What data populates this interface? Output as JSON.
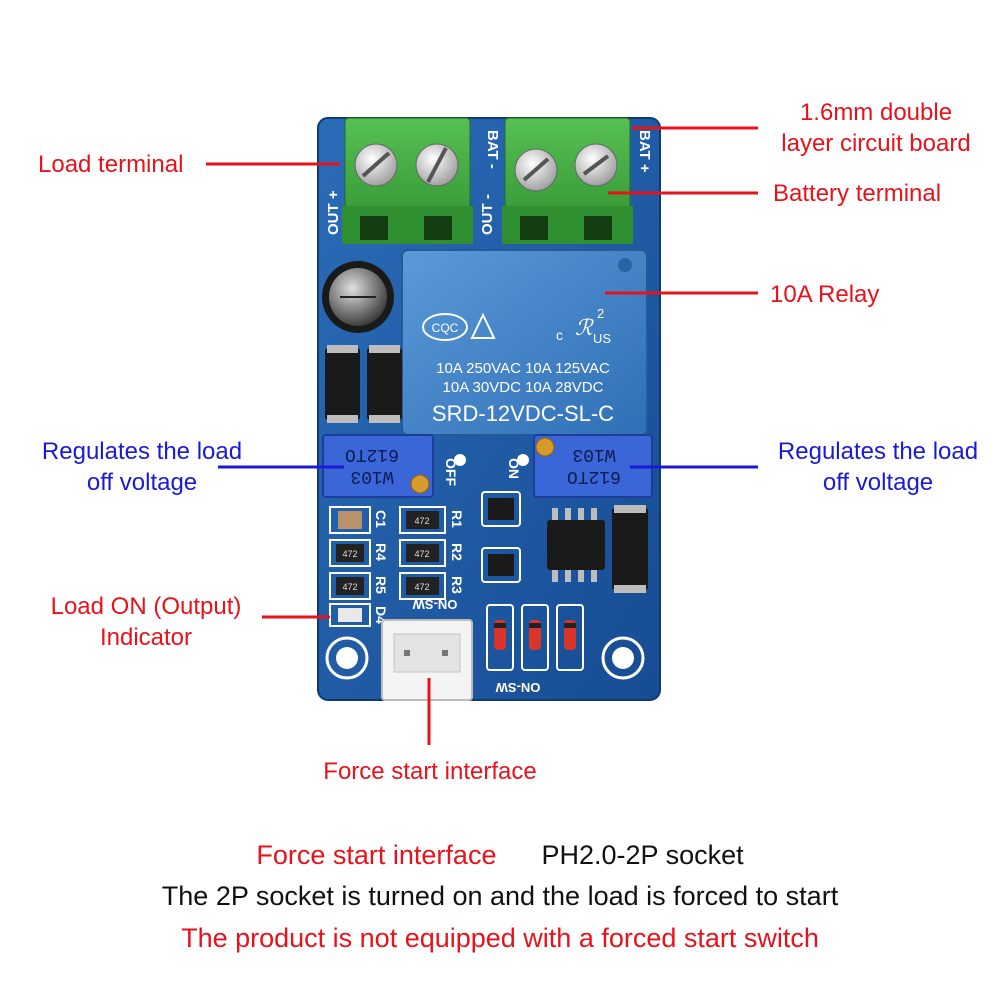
{
  "callouts": {
    "load_terminal": "Load terminal",
    "board_line1": "1.6mm double",
    "board_line2": "layer circuit board",
    "battery_terminal": "Battery terminal",
    "relay": "10A Relay",
    "reg_left_line1": "Regulates the load",
    "reg_left_line2": "off voltage",
    "reg_right_line1": "Regulates the load",
    "reg_right_line2": "off voltage",
    "indicator_line1": "Load ON (Output)",
    "indicator_line2": "Indicator",
    "force_start": "Force start interface"
  },
  "captions": {
    "line1_red": "Force start interface",
    "line1_black": "PH2.0-2P socket",
    "line2": "The 2P socket is turned on and the load is forced to start",
    "line3": "The product is not equipped with a forced start switch"
  },
  "board": {
    "silk_out_plus": "OUT +",
    "silk_out_minus": "OUT -",
    "silk_bat_minus": "BAT -",
    "silk_bat_plus": "BAT +",
    "relay_line1": "10A 250VAC  10A 125VAC",
    "relay_line2": "10A  30VDC  10A  28VDC",
    "relay_model": "SRD-12VDC-SL-C",
    "relay_cqc": "CQC",
    "relay_ul": "US",
    "relay_c": "c",
    "relay_2": "2",
    "pot_code_a": "612TO",
    "pot_code_b": "W103",
    "silk_off": "OFF",
    "silk_on": "ON",
    "silk_c1": "C1",
    "silk_r1": "R1",
    "silk_r4": "R4",
    "silk_r2": "R2",
    "silk_r5": "R5",
    "silk_r3": "R3",
    "silk_d4": "D4",
    "silk_ms_on_top": "ON-SW",
    "silk_ms_on_bottom": "ON-SW",
    "smd_472": "472"
  },
  "colors": {
    "label_red": "#e8121b",
    "label_blue": "#1a1ad6",
    "pcb_blue": "#1d5aa6",
    "terminal_green": "#3aa43a",
    "relay_blue": "#3d7fc4"
  }
}
